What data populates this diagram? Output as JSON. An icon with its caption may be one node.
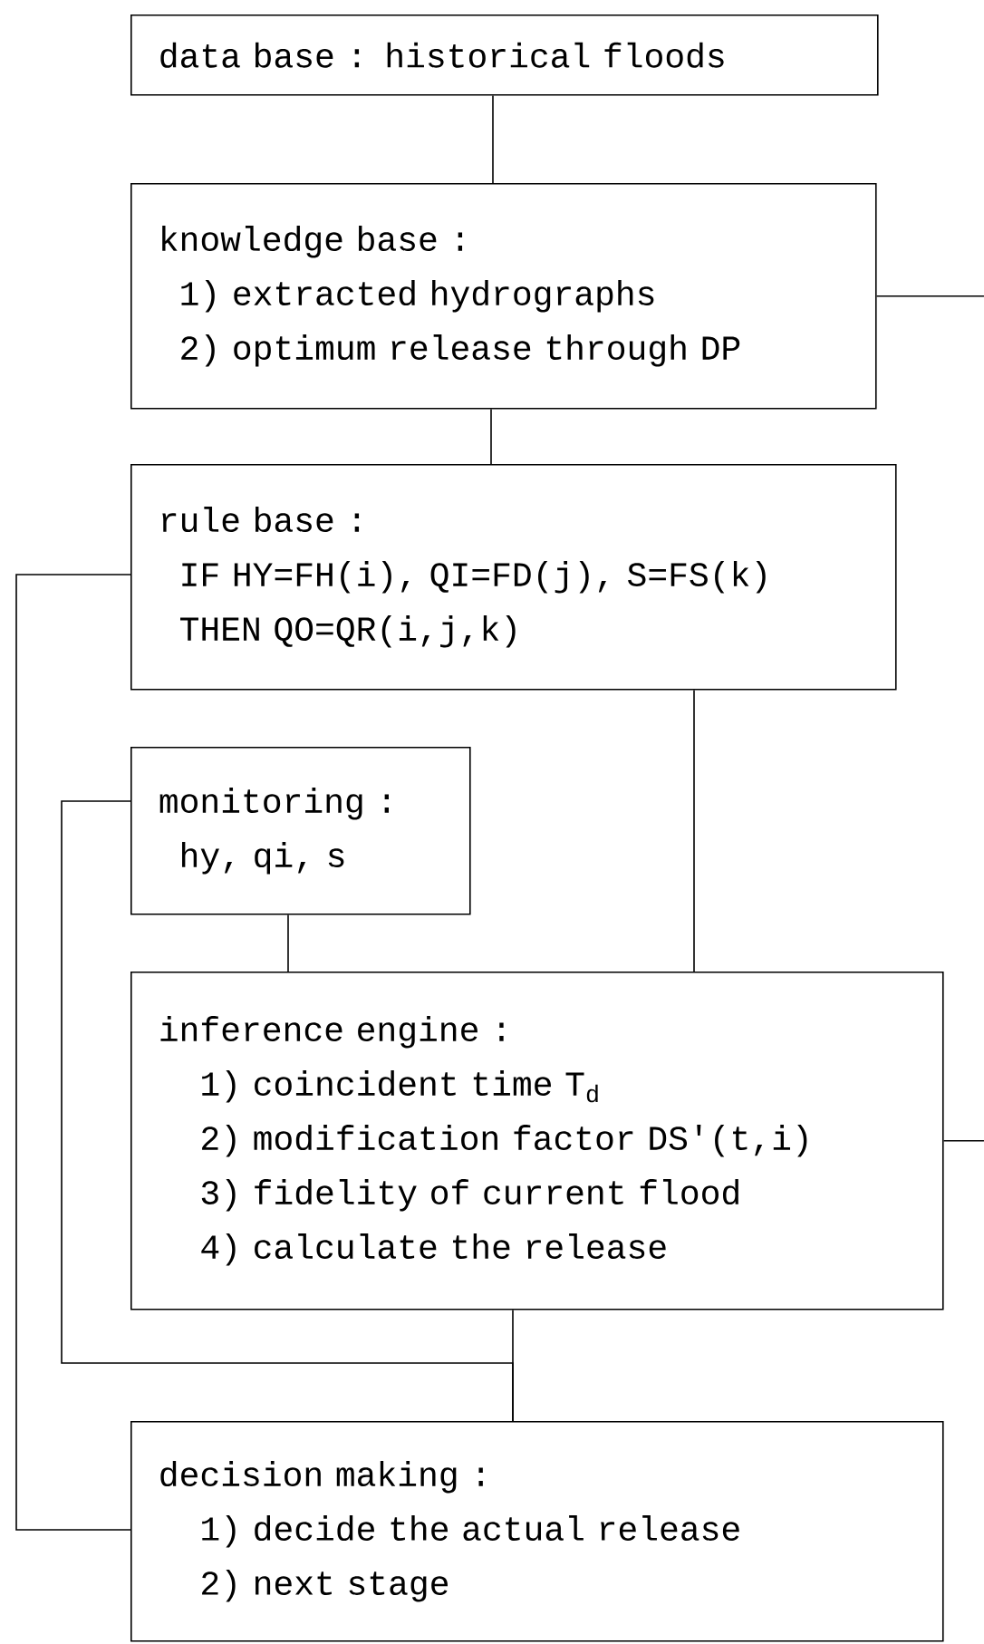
{
  "diagram": {
    "nodes": [
      {
        "text": [
          "data base : historical floods"
        ]
      },
      {
        "text": [
          "knowledge base :",
          "1) extracted hydrographs",
          "2) optimum release through DP"
        ]
      },
      {
        "text": [
          "rule base :",
          "IF HY=FH(i), QI=FD(j), S=FS(k)",
          "THEN QO=QR(i,j,k)"
        ]
      },
      {
        "text": [
          "monitoring :",
          "hy, qi, s"
        ]
      },
      {
        "text": [
          "inference engine :",
          "1) coincident time T$_{d}$",
          "2) modification factor DS'(t,i)",
          "3) fidelity of current flood",
          "4) calculate the release"
        ]
      },
      {
        "text": [
          "decision making :",
          "1) decide the actual release",
          "2) next stage"
        ]
      }
    ],
    "edges": [
      {
        "from": 0,
        "to": 1,
        "arrow": "none"
      },
      {
        "from": 1,
        "to": 2,
        "arrow": "none"
      },
      {
        "from": 1,
        "to": null,
        "arrow": "none"
      },
      {
        "from": 2,
        "to": 4,
        "arrow": "none"
      },
      {
        "from": 2,
        "to": 5,
        "arrow": "none"
      },
      {
        "from": 3,
        "to": 4,
        "arrow": "none"
      },
      {
        "from": 4,
        "to": 5,
        "arrow": "none"
      },
      {
        "from": 3,
        "to": 5,
        "arrow": "none"
      },
      {
        "from": 4,
        "to": null,
        "arrow": "none"
      }
    ]
  }
}
